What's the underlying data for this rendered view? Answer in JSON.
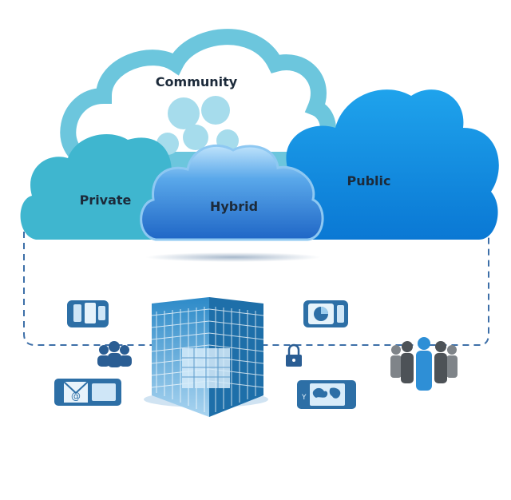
{
  "clouds": {
    "community": "Community",
    "private": "Private",
    "hybrid": "Hybrid",
    "public": "Public"
  },
  "colors": {
    "community": "#5fc3da",
    "private": "#3fb6cf",
    "public": "#0b8fe0",
    "hybrid": "#2a7fd8",
    "dashed_line": "#3d6fa8",
    "icon_blue": "#1d5f96"
  },
  "icons": [
    "devices-icon",
    "chart-icon",
    "user-group-icon",
    "lock-icon",
    "email-icon",
    "world-map-icon",
    "office-building-icon",
    "people-group-icon"
  ]
}
